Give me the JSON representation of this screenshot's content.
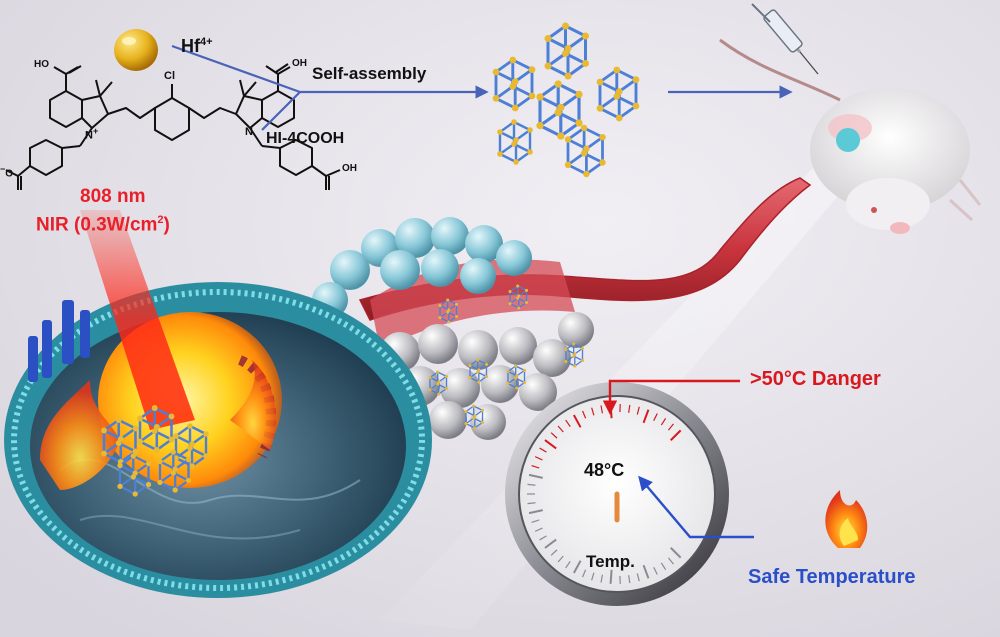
{
  "reagents": {
    "metal_ion": "Hf",
    "metal_charge": "4+",
    "ligand": "HI-4COOH"
  },
  "process": {
    "self_assembly": "Self-assembly"
  },
  "laser": {
    "wavelength": "808 nm",
    "power_prefix": "NIR (0.3W/cm",
    "power_sup": "2",
    "power_suffix": ")"
  },
  "thermometer": {
    "reading": "48°C",
    "label": "Temp.",
    "reading_value_c": 48,
    "danger_label": ">50°C Danger",
    "safe_label": "Safe Temperature"
  },
  "chem_labels": {
    "cl": "Cl",
    "n_plus": "N",
    "plus": "+",
    "n": "N",
    "cooh_top_left": "HO",
    "cooh_top_right": "OH",
    "oh_bottom_right": "OH",
    "o_minus": "O",
    "o_minus_charge": "−"
  },
  "colors": {
    "background": "#e6e3ea",
    "laser": "#e8202a",
    "arrow": "#4a63b8",
    "vessel": "#c9343d",
    "cell_rim": "#3bb5c4",
    "mof_edge": "#4c7fd6",
    "mof_node": "#e8b931",
    "danger_text": "#d7191f",
    "safe_text": "#2a4fc9"
  }
}
